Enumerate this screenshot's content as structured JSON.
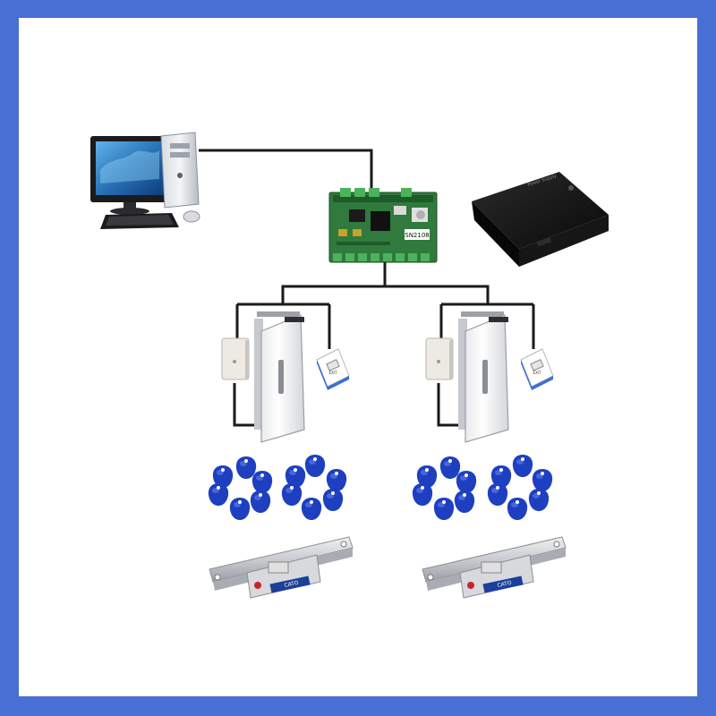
{
  "border_color": "#4a6fd4",
  "background": "#ffffff",
  "controller": {
    "label": "SN2108",
    "board_color": "#2f7a3c"
  },
  "power_supply": {
    "label": "Power Supply",
    "color": "#141414"
  },
  "door_groups": [
    {
      "id": "door-1",
      "exit_button_label": "EXIT",
      "lock_brand": "CATO"
    },
    {
      "id": "door-2",
      "exit_button_label": "EXIT",
      "lock_brand": "CATO"
    }
  ],
  "keyfob_color": "#1e3fc0",
  "icons": [
    "computer-icon",
    "controller-board-icon",
    "power-supply-box-icon",
    "card-reader-icon",
    "door-icon",
    "exit-button-icon",
    "rfid-keyfob-icon",
    "electric-strike-lock-icon"
  ]
}
